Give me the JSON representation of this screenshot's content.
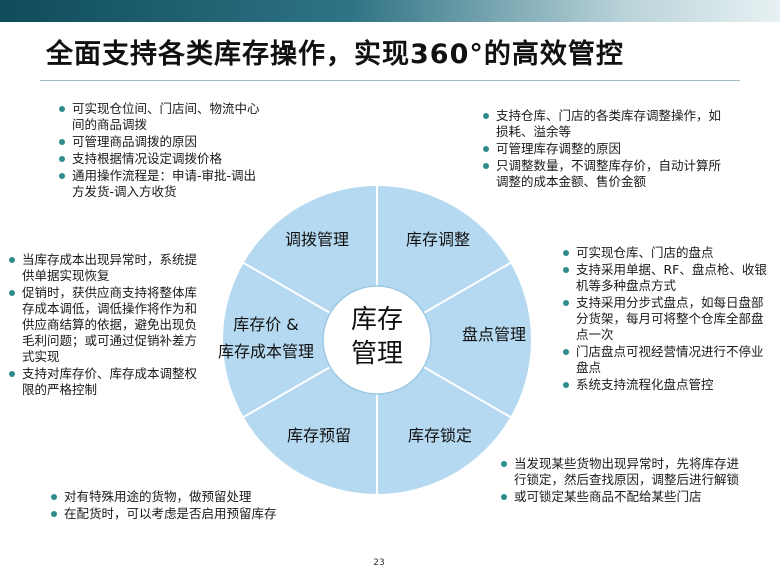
{
  "slide": {
    "title": "全面支持各类库存操作，实现360°的高效管控",
    "page_number": "23"
  },
  "wheel": {
    "center_line1": "库存",
    "center_line2": "管理",
    "segments": {
      "transfer": "调拨管理",
      "adjust": "库存调整",
      "count": "盘点管理",
      "lock": "库存锁定",
      "reserve": "库存预留",
      "price_line1": "库存价 &",
      "price_line2": "库存成本管理"
    },
    "colors": {
      "fill": "#b5d9f0",
      "line": "#ffffff",
      "center": "#ffffff"
    }
  },
  "notes": {
    "transfer": [
      "可实现仓位间、门店间、物流中心间的商品调拨",
      "可管理商品调拨的原因",
      "支持根据情况设定调拨价格",
      "通用操作流程是：申请-审批-调出方发货-调入方收货"
    ],
    "adjust": [
      "支持仓库、门店的各类库存调整操作，如损耗、溢余等",
      "可管理库存调整的原因",
      "只调整数量，不调整库存价，自动计算所调整的成本金额、售价金额"
    ],
    "count": [
      "可实现仓库、门店的盘点",
      "支持采用单据、RF、盘点枪、收银机等多种盘点方式",
      "支持采用分步式盘点，如每日盘部分货架，每月可将整个仓库全部盘点一次",
      "门店盘点可视经营情况进行不停业盘点",
      "系统支持流程化盘点管控"
    ],
    "lock": [
      "当发现某些货物出现异常时，先将库存进行锁定，然后查找原因，调整后进行解锁",
      "或可锁定某些商品不配给某些门店"
    ],
    "reserve": [
      "对有特殊用途的货物，做预留处理",
      "在配货时，可以考虑是否启用预留库存"
    ],
    "price": [
      "当库存成本出现异常时，系统提供单据实现恢复",
      "促销时，获供应商支持将整体库存成本调低，调低操作将作为和供应商结算的依据，避免出现负毛利问题；或可通过促销补差方式实现",
      "支持对库存价、库存成本调整权限的严格控制"
    ]
  }
}
